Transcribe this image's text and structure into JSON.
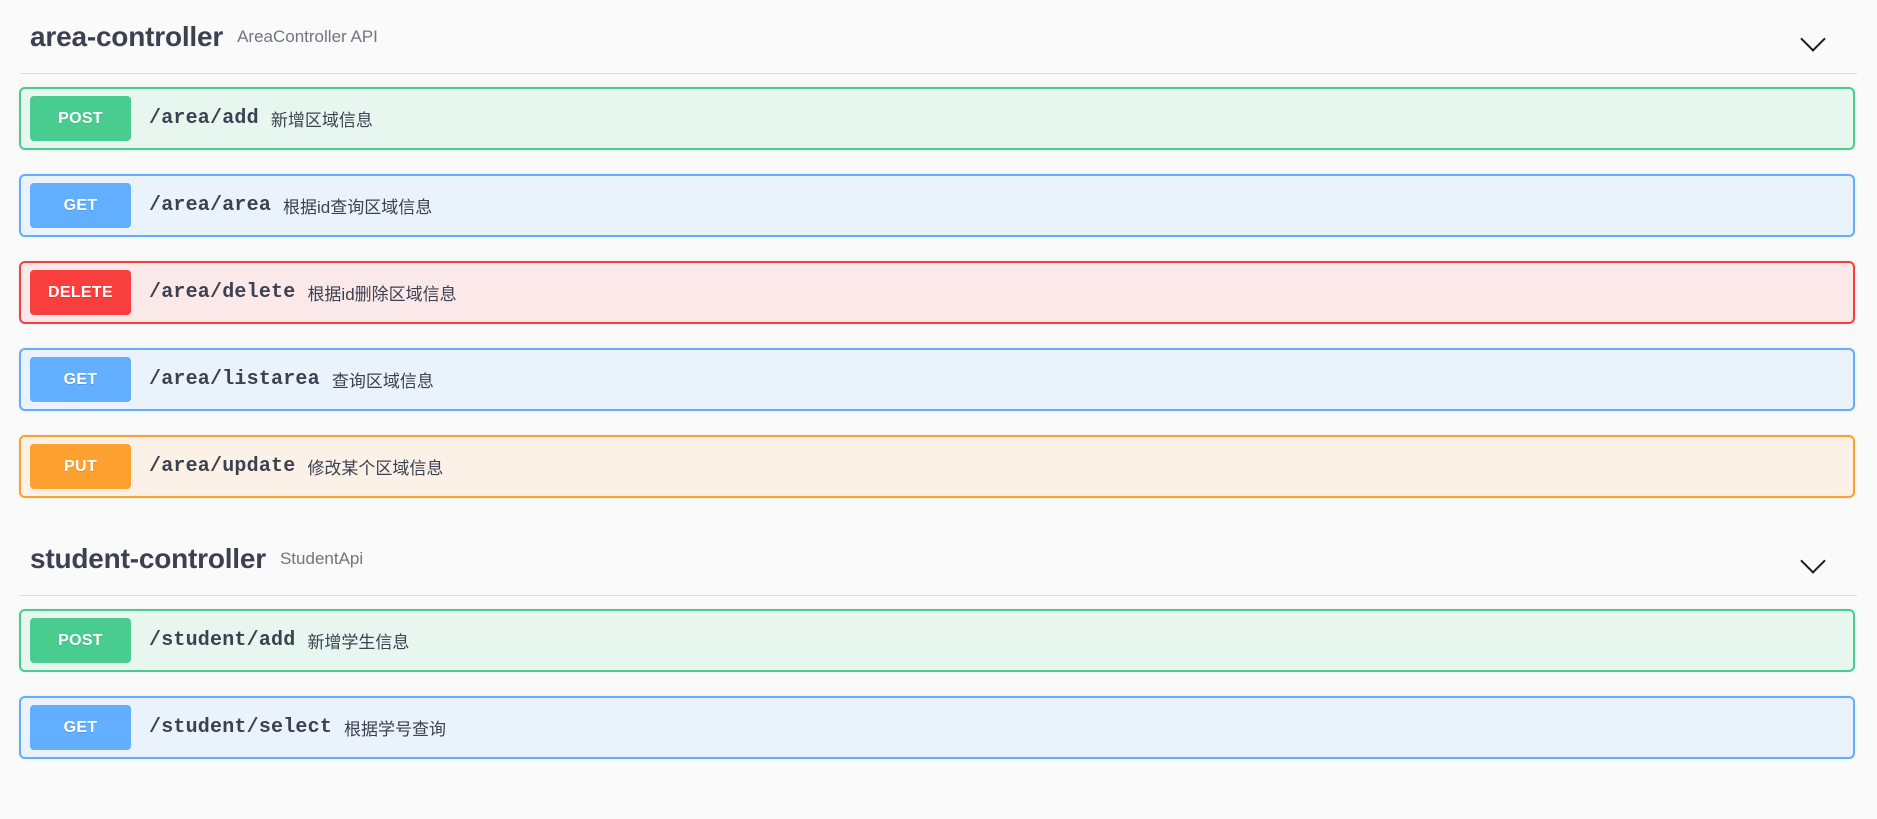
{
  "app": {
    "background_color": "#fafafa",
    "text_color": "#3b4151"
  },
  "method_colors": {
    "POST": "#49cc90",
    "GET": "#61affe",
    "DELETE": "#f93e3e",
    "PUT": "#fca130"
  },
  "sections": [
    {
      "tag_name": "area-controller",
      "tag_description": "AreaController API",
      "toggle_icon": "chevron-down-icon",
      "operations": [
        {
          "method": "POST",
          "path": "/area/add",
          "description": "新增区域信息",
          "style": "post"
        },
        {
          "method": "GET",
          "path": "/area/area",
          "description": "根据id查询区域信息",
          "style": "get"
        },
        {
          "method": "DELETE",
          "path": "/area/delete",
          "description": "根据id删除区域信息",
          "style": "delete"
        },
        {
          "method": "GET",
          "path": "/area/listarea",
          "description": "查询区域信息",
          "style": "get"
        },
        {
          "method": "PUT",
          "path": "/area/update",
          "description": "修改某个区域信息",
          "style": "put"
        }
      ]
    },
    {
      "tag_name": "student-controller",
      "tag_description": "StudentApi",
      "toggle_icon": "chevron-down-icon",
      "operations": [
        {
          "method": "POST",
          "path": "/student/add",
          "description": "新增学生信息",
          "style": "post"
        },
        {
          "method": "GET",
          "path": "/student/select",
          "description": "根据学号查询",
          "style": "get"
        }
      ]
    }
  ]
}
